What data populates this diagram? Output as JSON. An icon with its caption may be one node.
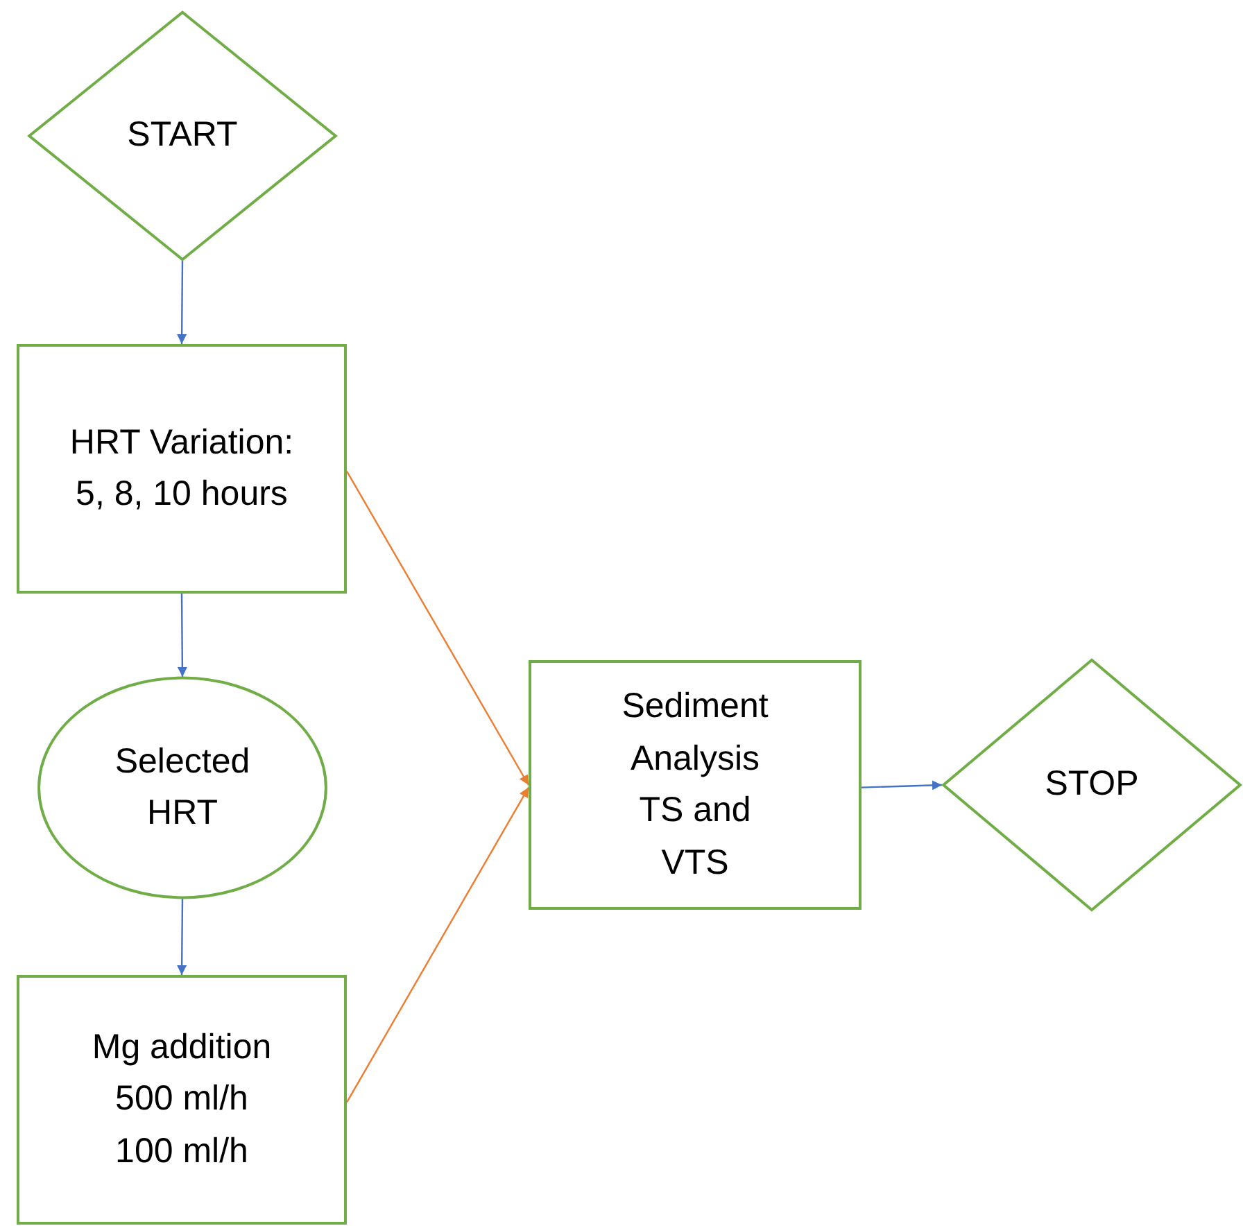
{
  "diagram": {
    "nodes": [
      {
        "text": [
          "START"
        ]
      },
      {
        "text": [
          "HRT Variation: 5, 8, 10 hours"
        ]
      },
      {
        "text": [
          "Selected HRT"
        ]
      },
      {
        "text": [
          "Mg addition 500 ml/h 100 ml/h"
        ]
      },
      {
        "text": [
          "Sediment Analysis TS and VTS"
        ]
      },
      {
        "text": [
          "STOP"
        ]
      }
    ],
    "edges": [
      {
        "from": 0,
        "to": 1,
        "arrow": "to"
      },
      {
        "from": 1,
        "to": 2,
        "arrow": "to"
      },
      {
        "from": 2,
        "to": 3,
        "arrow": "to"
      },
      {
        "from": 1,
        "to": 4,
        "arrow": "to",
        "color": "#ed7d31"
      },
      {
        "from": 3,
        "to": 4,
        "arrow": "to",
        "color": "#ed7d31"
      },
      {
        "from": 4,
        "to": 5,
        "arrow": "to"
      }
    ]
  }
}
